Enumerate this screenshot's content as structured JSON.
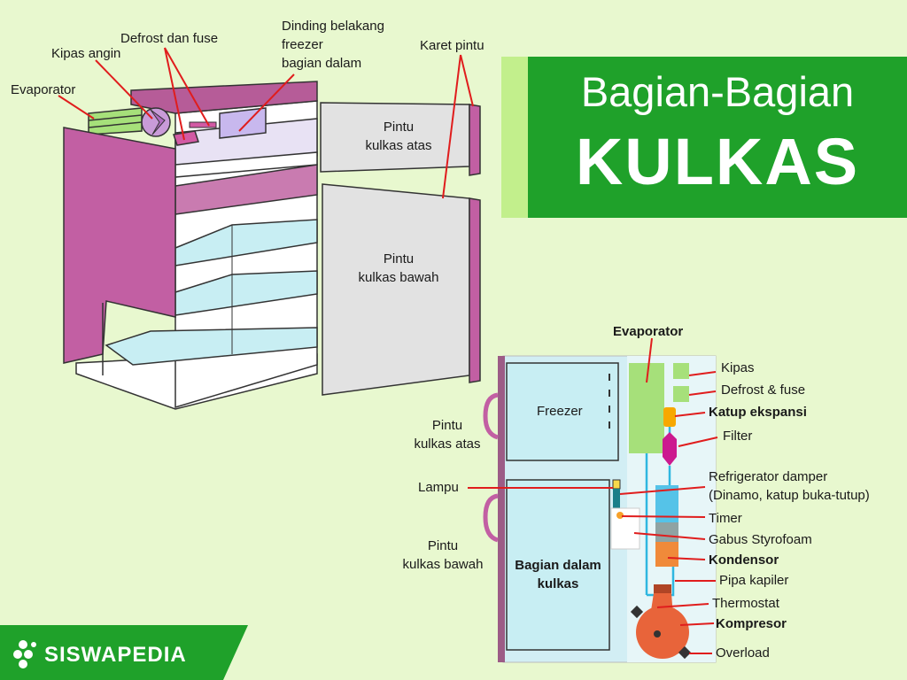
{
  "title": {
    "line1": "Bagian-Bagian",
    "line2": "KULKAS"
  },
  "brand": "SISWAPEDIA",
  "colors": {
    "banner_green": "#1fa12a",
    "banner_light": "#c2ef8c",
    "background": "#e8f8cf",
    "cabinet_pink": "#c25fa3",
    "shelf_blue": "#c8eef3",
    "evaporator_green": "#a6e07a",
    "compressor_orange": "#e8643a",
    "filter_magenta": "#cc1a8f",
    "leader_red": "#e01d1d"
  },
  "top_diagram": {
    "labels": {
      "evaporator": "Evaporator",
      "fan": "Kipas angin",
      "defrost": "Defrost dan fuse",
      "back_wall_l1": "Dinding belakang",
      "back_wall_l2": "freezer",
      "back_wall_l3": "bagian dalam",
      "gasket": "Karet pintu",
      "upper_door_l1": "Pintu",
      "upper_door_l2": "kulkas atas",
      "lower_door_l1": "Pintu",
      "lower_door_l2": "kulkas bawah"
    }
  },
  "bottom_diagram": {
    "labels": {
      "evaporator": "Evaporator",
      "freezer": "Freezer",
      "main_l1": "Bagian dalam",
      "main_l2": "kulkas",
      "upper_door_l1": "Pintu",
      "upper_door_l2": "kulkas atas",
      "lamp": "Lampu",
      "lower_door_l1": "Pintu",
      "lower_door_l2": "kulkas bawah",
      "fan": "Kipas",
      "defrost": "Defrost & fuse",
      "expansion_valve": "Katup ekspansi",
      "filter": "Filter",
      "damper_l1": "Refrigerator damper",
      "damper_l2": "(Dinamo, katup buka-tutup)",
      "timer": "Timer",
      "styrofoam": "Gabus Styrofoam",
      "condenser": "Kondensor",
      "capillary": "Pipa kapiler",
      "thermostat": "Thermostat",
      "compressor": "Kompresor",
      "overload": "Overload"
    }
  }
}
